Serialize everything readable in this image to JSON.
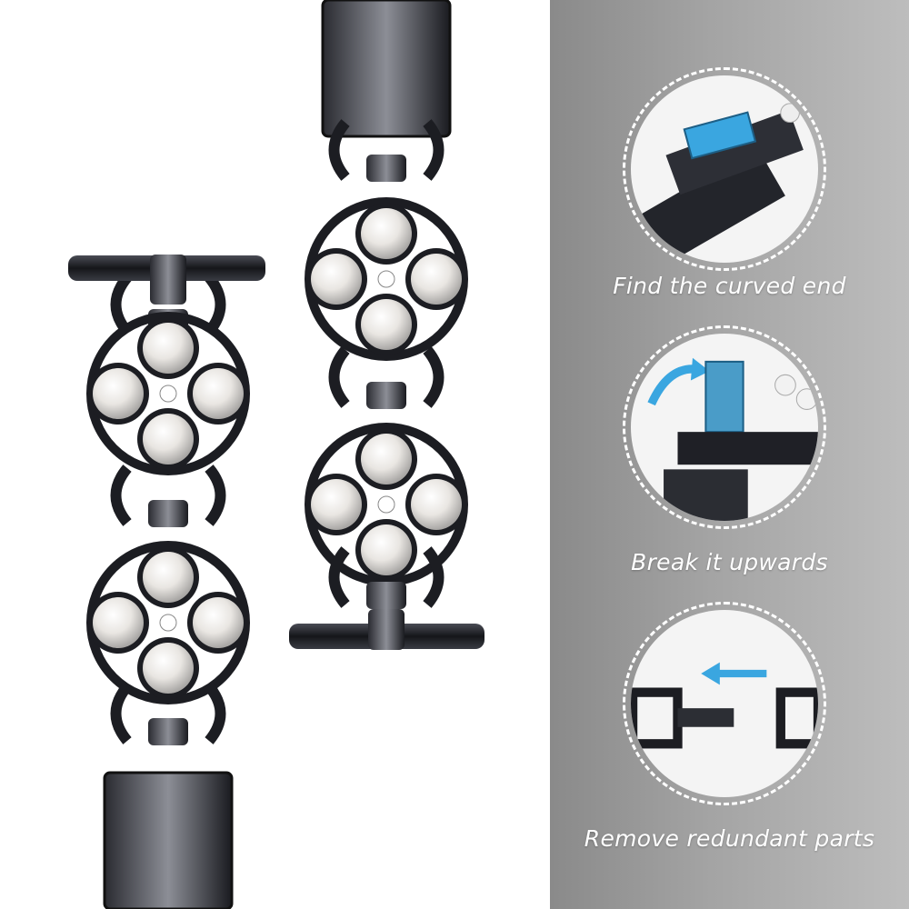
{
  "steps": [
    {
      "caption": "Find the curved end",
      "icon": "blue-clasp-highlight"
    },
    {
      "caption": "Break it upwards",
      "icon": "curved-arrow-up"
    },
    {
      "caption": "Remove redundant parts",
      "icon": "arrow-left"
    }
  ],
  "colors": {
    "accent": "#3aa6e0",
    "metal": "#1c1d22",
    "panel": "#a4a4a4"
  }
}
